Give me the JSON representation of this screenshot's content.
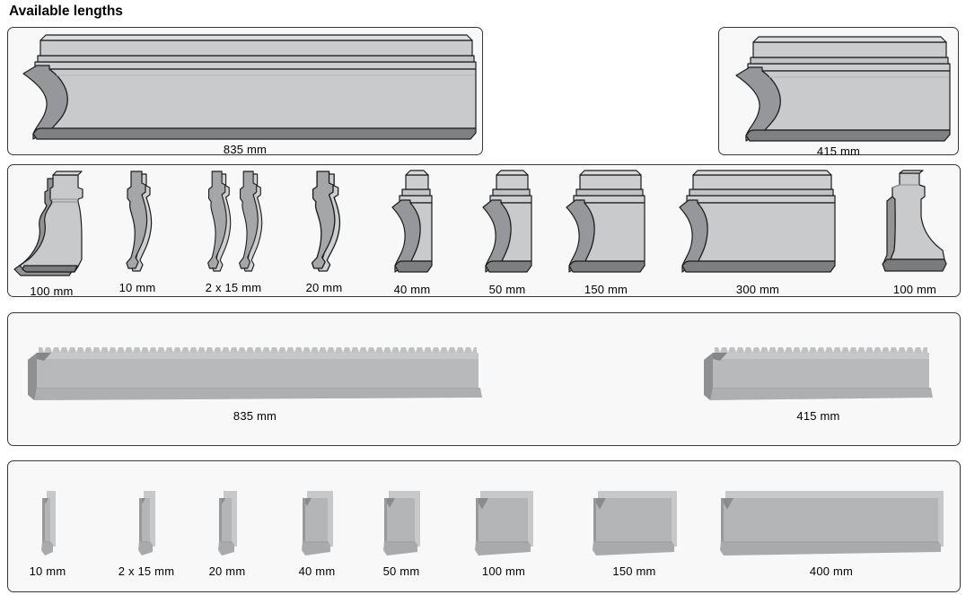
{
  "title": "Available lengths",
  "panels": {
    "punch_long_left": {
      "label": "835 mm"
    },
    "punch_long_right": {
      "label": "415 mm"
    },
    "punch_segments": {
      "items": [
        {
          "label": "100 mm"
        },
        {
          "label": "10 mm"
        },
        {
          "label": "2 x 15 mm"
        },
        {
          "label": "20 mm"
        },
        {
          "label": "40 mm"
        },
        {
          "label": "50 mm"
        },
        {
          "label": "150 mm"
        },
        {
          "label": "300 mm"
        },
        {
          "label": "100 mm"
        }
      ]
    },
    "die_blocks": {
      "items": [
        {
          "label": "835 mm"
        },
        {
          "label": "415 mm"
        }
      ]
    },
    "die_segments": {
      "items": [
        {
          "label": "10 mm"
        },
        {
          "label": "2 x 15 mm"
        },
        {
          "label": "20 mm"
        },
        {
          "label": "40 mm"
        },
        {
          "label": "50 mm"
        },
        {
          "label": "100 mm"
        },
        {
          "label": "150 mm"
        },
        {
          "label": "400 mm"
        }
      ]
    }
  },
  "colors": {
    "panel_background": "#f8f8f8",
    "panel_border": "#383838",
    "tool_light": "#c9cacc",
    "tool_top": "#d8d9db",
    "tool_dark_side": "#96979a",
    "tool_bottom": "#7e7f81",
    "tool_outline": "#1c1c1c",
    "die_body": "#b8b9bb",
    "die_base": "#aeafb1",
    "die_side": "#8f9092"
  }
}
